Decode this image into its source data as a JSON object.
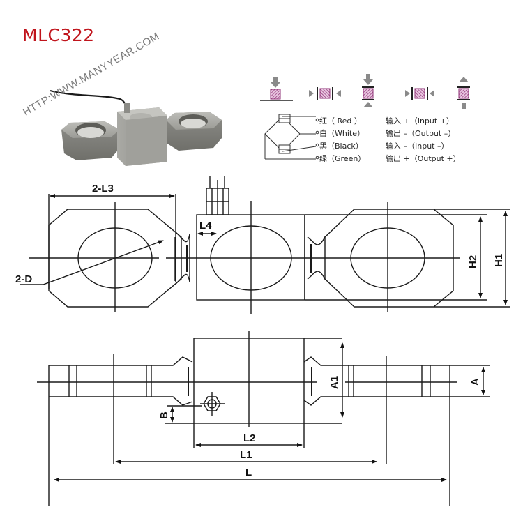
{
  "header": {
    "model": "MLC322",
    "watermark": "HTTP:WWW.MANYYEAR.COM"
  },
  "photo": {
    "alt": "load-cell-product-photo",
    "body_color": "#9a9a96",
    "cable_color": "#1a1a1a"
  },
  "load_directions": {
    "items": [
      {
        "id": "compression-on-base",
        "arrows": "down"
      },
      {
        "id": "tension-horizontal",
        "arrows": "outward-horizontal"
      },
      {
        "id": "compression-vertical",
        "arrows": "inward-vertical"
      },
      {
        "id": "compression-horizontal",
        "arrows": "inward-horizontal"
      },
      {
        "id": "tension-vertical",
        "arrows": "outward-vertical"
      }
    ],
    "element_color": "#b24a93",
    "arrow_color": "#8a8a8a"
  },
  "wiring": {
    "rows": [
      {
        "color_cn": "红",
        "color_en": "（ Red ）",
        "signal_cn": "输入",
        "signal_en": "+（Input  +）"
      },
      {
        "color_cn": "白",
        "color_en": "（White）",
        "signal_cn": "输出",
        "signal_en": "–（Output –）"
      },
      {
        "color_cn": "黑",
        "color_en": "（Black）",
        "signal_cn": "输入",
        "signal_en": "–（Input  –）"
      },
      {
        "color_cn": "绿",
        "color_en": "（Green）",
        "signal_cn": "输出",
        "signal_en": "+（Output +）"
      }
    ]
  },
  "drawing": {
    "top_view": {
      "labels": {
        "l3": "2-L3",
        "d": "2-D",
        "l4": "L4",
        "h2": "H2",
        "h1": "H1"
      }
    },
    "side_view": {
      "labels": {
        "b": "B",
        "a1": "A1",
        "a": "A",
        "l2": "L2",
        "l1": "L1",
        "l": "L"
      }
    },
    "line_color": "#1a1a1a"
  }
}
